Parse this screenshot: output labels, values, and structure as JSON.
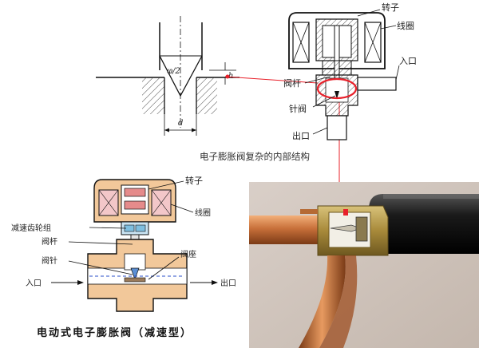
{
  "top_diagram": {
    "angle_label": "φ/2",
    "h_label": "h",
    "d_label": "d"
  },
  "top_right_valve": {
    "rotor": "转子",
    "coil": "线圈",
    "inlet": "入口",
    "stem": "阀杆",
    "needle": "针阀",
    "outlet": "出口"
  },
  "caption": "电子膨胀阀复杂的内部结构",
  "bottom_valve": {
    "rotor": "转子",
    "coil": "线圈",
    "gearset": "减速齿轮组",
    "stem": "阀杆",
    "seat": "阀座",
    "needle": "阀针",
    "inlet": "入口",
    "outlet": "出口",
    "title": "电动式电子膨胀阀（减速型）"
  },
  "colors": {
    "highlight_red": "#e8202a",
    "valve_body": "#f2c89a",
    "coil_pink": "#f3c7c9",
    "copper": "#c8703a",
    "dark_tube": "#1d1d1d"
  }
}
